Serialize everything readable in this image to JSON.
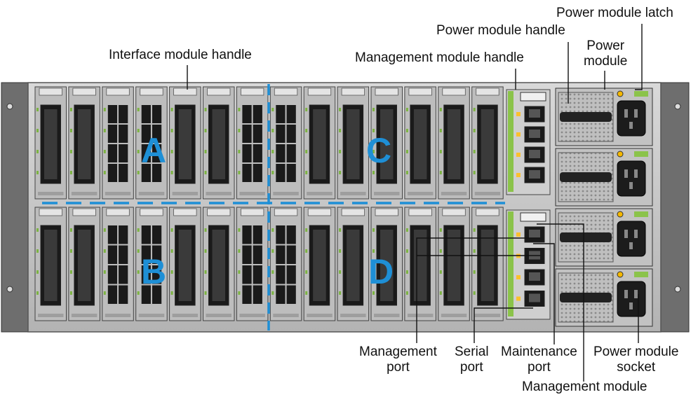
{
  "callouts": {
    "power_module_latch": "Power module latch",
    "power_module_handle": "Power module handle",
    "power_module": [
      "Power",
      "module"
    ],
    "management_module_handle": "Management module handle",
    "interface_module_handle": "Interface module handle",
    "management_port": [
      "Management",
      "port"
    ],
    "serial_port": [
      "Serial",
      "port"
    ],
    "maintenance_port": [
      "Maintenance",
      "port"
    ],
    "power_module_socket": [
      "Power module",
      "socket"
    ],
    "management_module": "Management module"
  },
  "zones": {
    "a": "A",
    "b": "B",
    "c": "C",
    "d": "D"
  },
  "colors": {
    "zone_letter": "#1e8fd6",
    "zone_divider": "#1e8fd6",
    "chassis": "#c9c9c9",
    "chassis_edge": "#555555",
    "module_face": "#bdbdbd",
    "port_fill": "#1a1a1a",
    "latch_green": "#8bc34a",
    "label_text": "#111111"
  },
  "icons": [
    "power-fan-grille-icon",
    "ac-power-socket-icon",
    "rj45-port-icon",
    "screw-icon"
  ]
}
